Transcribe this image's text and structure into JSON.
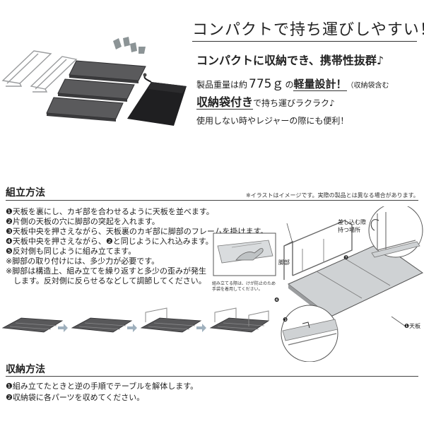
{
  "hero": {
    "title": "コンパクトで持ち運びしやすい！",
    "feature_1": "コンパクトに収納でき、携帯性抜群♪",
    "feature_2_prefix": "製品重量は約",
    "feature_2_weight": "775ｇ",
    "feature_2_mid": "の",
    "feature_2_bold": "軽量設計！",
    "feature_2_suffix": "（収納袋含む",
    "feature_3_bold": "収納袋付き",
    "feature_3_rest": "で持ち運びラクラク♪",
    "feature_4": "使用しない時やレジャーの際にも便利！"
  },
  "assembly": {
    "header": "組立方法",
    "note": "※イラストはイメージです。実際の製品とは異なる場合があります。",
    "steps": [
      "❶天板を裏にし、カギ部を合わせるように天板を並べます。",
      "❷片側の天板の穴に脚部の突起を入れます。",
      "❸天板中央を押さえながら、天板裏のカギ部に脚部のフレームを掛けます。",
      "❹天板中央を押さえながら、❷と同じように入れ込みます。",
      "❺反対側も同じように組み立てます。",
      "※脚部の取り付けには、多少力が必要です。",
      "※脚部は構造上、組み立てを繰り返すと多少の歪みが発生",
      "　します。反対側に反らせるなどして調節してください。"
    ]
  },
  "diagram": {
    "label_grip_1": "差し込む際",
    "label_grip_2": "持つ場所",
    "label_leg": "脚部",
    "label_top": "❶天板",
    "marker_2": "❷",
    "marker_3": "❸",
    "marker_4": "❹",
    "inset_caption_1": "組み立てる際は、けが防止のため",
    "inset_caption_2": "手袋を着用してください。"
  },
  "storage": {
    "header": "収納方法",
    "steps": [
      "❶組み立てたときと逆の手順でテーブルを解体します。",
      "❷収納袋に各パーツを収めてください。"
    ]
  },
  "colors": {
    "panel": "#58585a",
    "panel_edge": "#2e2e30",
    "arrow": "#9fb0bd",
    "metal": "#cfd2d4"
  }
}
